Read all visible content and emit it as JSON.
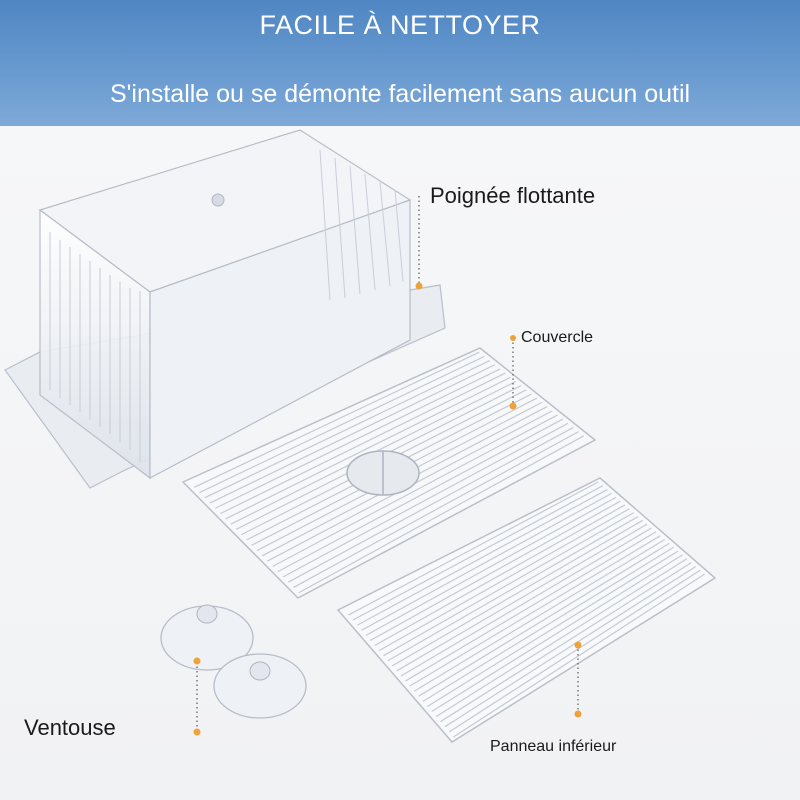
{
  "header": {
    "title": "FACILE À NETTOYER",
    "subtitle": "S'installe ou se démonte facilement sans aucun outil",
    "background_color": "#5b8fca"
  },
  "labels": {
    "floating_handle": "Poignée flottante",
    "lid": "Couvercle",
    "suction_cup": "Ventouse",
    "bottom_panel": "Panneau inférieur"
  },
  "colors": {
    "marker": "#f0a23a",
    "plastic": "#dfe3ea"
  }
}
